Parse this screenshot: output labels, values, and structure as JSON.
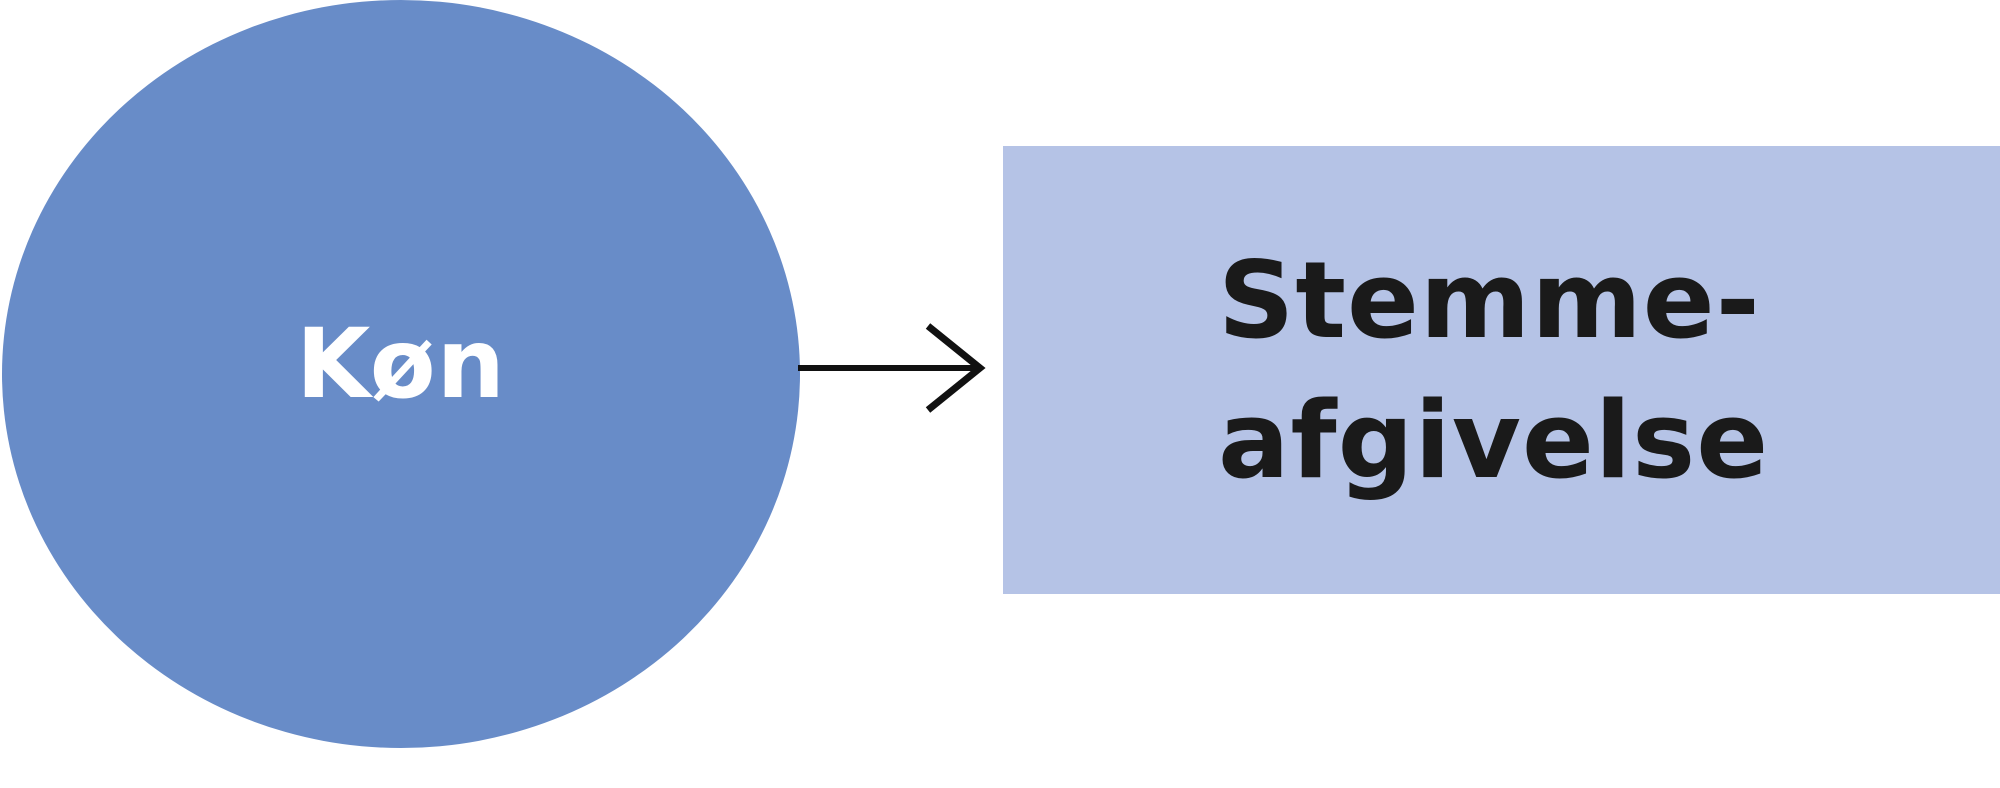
{
  "diagram": {
    "source_node": {
      "label": "Køn",
      "shape": "ellipse",
      "fill": "#688cc8",
      "text_color": "#ffffff"
    },
    "edge": {
      "from": "Køn",
      "to": "Stemmeafgivelse",
      "style": "open-arrow",
      "color": "#111111"
    },
    "target_node": {
      "label_lines": [
        "Stemme-",
        "afgivelse"
      ],
      "shape": "rectangle",
      "fill": "#b5c3e6",
      "text_color": "#1a1a1a"
    }
  }
}
